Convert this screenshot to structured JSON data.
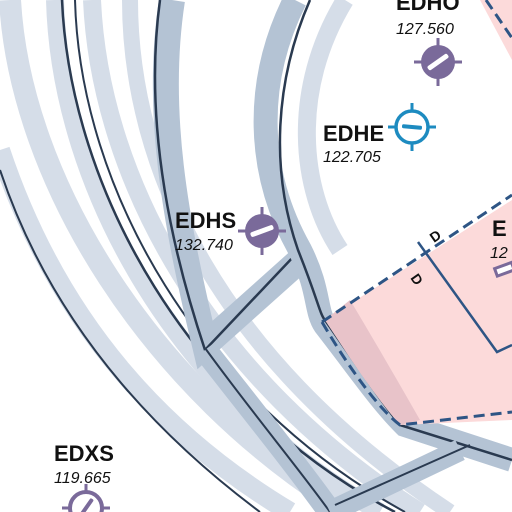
{
  "colors": {
    "background": "#ffffff",
    "ring_band": "#d5dde8",
    "ring_band_dark": "#b4c3d4",
    "ring_edge": "#2a3a50",
    "restricted_fill": "#fcdada",
    "restricted_edge": "#2e5585",
    "overlap_fill": "#e8c3c9",
    "airfield_purple": "#7a6a9a",
    "airfield_blue": "#1d8bc0",
    "label_text": "#111111"
  },
  "airfields": [
    {
      "id": "edho",
      "code": "EDHO",
      "frequency": "127.560",
      "symbol": "purple-airfield-icon"
    },
    {
      "id": "edhe",
      "code": "EDHE",
      "frequency": "122.705",
      "symbol": "blue-airfield-icon"
    },
    {
      "id": "edhs",
      "code": "EDHS",
      "frequency": "132.740",
      "symbol": "purple-airfield-icon"
    },
    {
      "id": "edxs",
      "code": "EDXS",
      "frequency": "119.665",
      "symbol": "purple-airfield-icon"
    },
    {
      "id": "partial",
      "code": "E",
      "frequency": "12",
      "symbol": "purple-airfield-icon"
    }
  ],
  "zones": {
    "restricted_area": {
      "class_label_1": "D",
      "class_label_2": "D"
    }
  }
}
